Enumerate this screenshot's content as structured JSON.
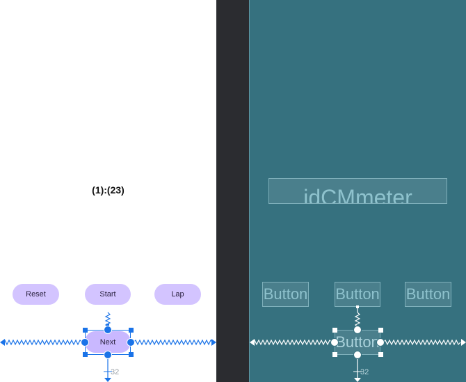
{
  "design": {
    "chronometer_text": "(1):(23)",
    "buttons": {
      "reset": "Reset",
      "start": "Start",
      "lap": "Lap",
      "next": "Next"
    },
    "bottom_margin": "32"
  },
  "blueprint": {
    "text_view_id": "idCMmeter",
    "button_placeholder": "Button",
    "bottom_margin": "32"
  },
  "colors": {
    "selection": "#1a73e8",
    "button_fill": "#d3c4ff",
    "blueprint_bg": "#36717f"
  }
}
